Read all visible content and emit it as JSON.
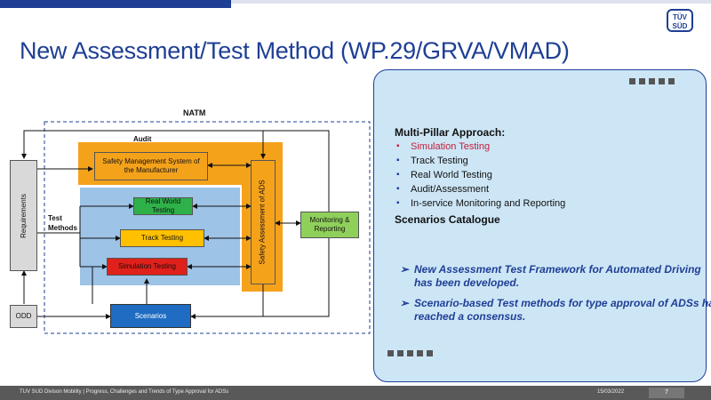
{
  "header": {
    "logo_text": "TÜV SÜD",
    "title": "New Assessment/Test Method (WP.29/GRVA/VMAD)"
  },
  "diagram": {
    "natm_label": "NATM",
    "audit_label": "Audit",
    "test_methods_label": "Test\nMethods",
    "requirements": "Requirements",
    "odd": "ODD",
    "sms": "Safety Management System of\nthe Manufacturer",
    "real_world": "Real World Testing",
    "track": "Track Testing",
    "simulation": "Simulation Testing",
    "scenarios": "Scenarios",
    "safety_assessment": "Safety Assessment of ADS",
    "monitoring": "Monitoring &\nReporting"
  },
  "panel": {
    "heading1": "Multi-Pillar Approach:",
    "items": [
      {
        "label": "Simulation Testing",
        "highlight": true
      },
      {
        "label": "Track Testing",
        "highlight": false
      },
      {
        "label": "Real World Testing",
        "highlight": false
      },
      {
        "label": "Audit/Assessment",
        "highlight": false
      },
      {
        "label": "In-service Monitoring and Reporting",
        "highlight": false
      }
    ],
    "heading2": "Scenarios Catalogue",
    "arrow_marker": "➢",
    "bullets": [
      "New Assessment Test Framework for Automated Driving has been developed.",
      "Scenario-based Test methods for type approval of ADSs has reached a consensus."
    ]
  },
  "footer": {
    "left": "TUV SUD Divison Mobility | Progress, Challenges and Trends of Type Approval for ADSs",
    "date": "15/03/2022",
    "page": "7"
  },
  "colors": {
    "brand_blue": "#1f3f95",
    "audit_orange": "#f5a21b",
    "test_blue": "#9dc3e6",
    "green": "#2fb14a",
    "yellow": "#ffc000",
    "red": "#e0201b",
    "panel_bg": "#cde6f6"
  }
}
